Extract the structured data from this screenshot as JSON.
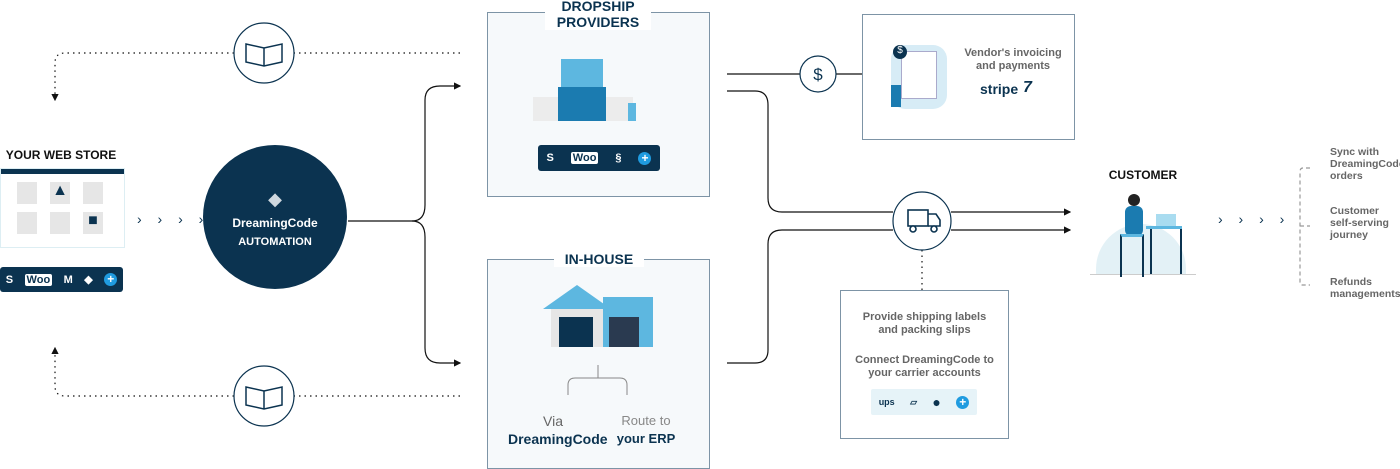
{
  "web_store": {
    "title": "YOUR WEB STORE",
    "logos": [
      "shopify-icon",
      "woo-icon",
      "magento-icon",
      "dreamingcode-icon",
      "plus-icon"
    ],
    "woo_label": "Woo"
  },
  "automation": {
    "brand": "DreamingCode",
    "label": "AUTOMATION"
  },
  "chevrons": "› › › ›",
  "dropship": {
    "title_line1": "DROPSHIP",
    "title_line2": "PROVIDERS",
    "logos": [
      "shopify-icon",
      "woo-icon",
      "squarespace-icon",
      "plus-icon"
    ],
    "woo_label": "Woo"
  },
  "inhouse": {
    "title": "IN-HOUSE",
    "option1_top": "Via",
    "option1_bottom": "DreamingCode",
    "option2_top": "Route to",
    "option2_bottom": "your ERP"
  },
  "vendor": {
    "line1": "Vendor's invoicing",
    "line2": "and payments",
    "stripe": "stripe",
    "wise": "7"
  },
  "shipping": {
    "line1": "Provide shipping labels",
    "line2": "and packing slips",
    "line3": "Connect DreamingCode to",
    "line4": "your carrier accounts",
    "carriers": [
      "ups-icon",
      "usps-icon",
      "fedex-icon",
      "plus-icon"
    ],
    "ups": "ups"
  },
  "customer": {
    "title": "CUSTOMER"
  },
  "features": [
    {
      "l1": "Sync with",
      "l2": "DreamingCode",
      "l3": "orders"
    },
    {
      "l1": "Customer",
      "l2": "self-serving",
      "l3": "journey"
    },
    {
      "l1": "Refunds",
      "l2": "managements"
    }
  ],
  "colors": {
    "navy": "#0b3350",
    "accent": "#1f9be0",
    "light": "#5db7e0"
  }
}
